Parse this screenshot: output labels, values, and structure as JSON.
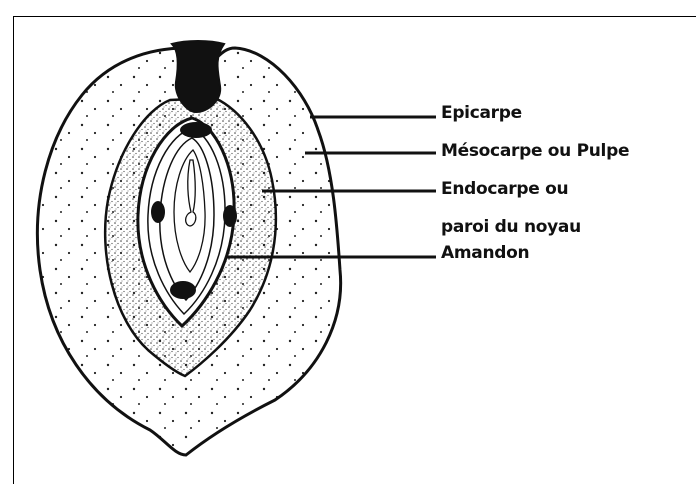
{
  "labels": {
    "epicarpe": "Epicarpe",
    "mesocarpe": "Mésocarpe ou Pulpe",
    "endocarpe_line1": "Endocarpe ou",
    "endocarpe_line2": "paroi du noyau",
    "amandon": "Amandon"
  },
  "colors": {
    "ink": "#111111",
    "background": "#ffffff"
  }
}
